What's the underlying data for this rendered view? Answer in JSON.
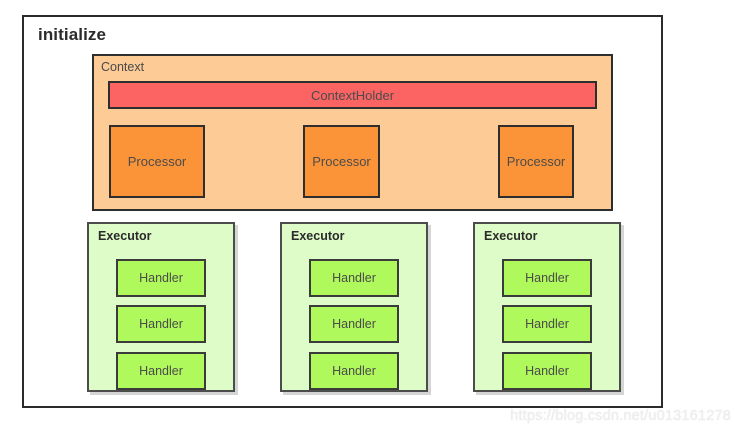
{
  "diagram": {
    "type": "architecture-block-diagram",
    "frame": {
      "title": "initialize"
    },
    "context": {
      "label": "Context",
      "background_color": "#fccb96",
      "holder": {
        "label": "ContextHolder",
        "background_color": "#fc6463"
      },
      "processors": [
        {
          "label": "Processor"
        },
        {
          "label": "Processor"
        },
        {
          "label": "Processor"
        }
      ],
      "processor_color": "#fb9438"
    },
    "executors": [
      {
        "label": "Executor",
        "handlers": [
          {
            "label": "Handler"
          },
          {
            "label": "Handler"
          },
          {
            "label": "Handler"
          }
        ]
      },
      {
        "label": "Executor",
        "handlers": [
          {
            "label": "Handler"
          },
          {
            "label": "Handler"
          },
          {
            "label": "Handler"
          }
        ]
      },
      {
        "label": "Executor",
        "handlers": [
          {
            "label": "Handler"
          },
          {
            "label": "Handler"
          },
          {
            "label": "Handler"
          }
        ]
      }
    ],
    "executor_color": "#defcc8",
    "handler_color": "#aff95c",
    "connectors": {
      "processor_chain": "open-arrow",
      "processor_to_executor": "open-diamond-aggregation"
    },
    "border_color": "#2e2e2e"
  },
  "watermark": {
    "text": "https://blog.csdn.net/u013161278"
  }
}
